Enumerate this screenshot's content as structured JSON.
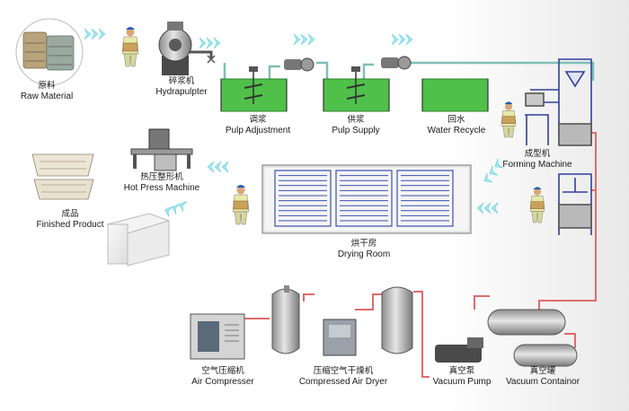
{
  "labels": {
    "raw_material": {
      "cn": "原料",
      "en": "Raw Material"
    },
    "hydrapulpter": {
      "cn": "碎浆机",
      "en": "Hydrapulpter"
    },
    "pulp_adjustment": {
      "cn": "调浆",
      "en": "Pulp Adjustment"
    },
    "pulp_supply": {
      "cn": "供浆",
      "en": "Pulp  Supply"
    },
    "water_recycle": {
      "cn": "回水",
      "en": "Water Recycle"
    },
    "forming_machine": {
      "cn": "成型机",
      "en": "Forming  Machine"
    },
    "hot_press": {
      "cn": "热压整形机",
      "en": "Hot Press Machine"
    },
    "finished_product": {
      "cn": "成品",
      "en": "Finished Product"
    },
    "drying_room": {
      "cn": "烘干房",
      "en": "Drying  Room"
    },
    "air_compressor": {
      "cn": "空气压缩机",
      "en": "Air  Compresser"
    },
    "air_dryer": {
      "cn": "压缩空气干燥机",
      "en": "Compressed  Air  Dryer"
    },
    "vacuum_pump": {
      "cn": "真空泵",
      "en": "Vacuum Pump"
    },
    "vacuum_container": {
      "cn": "真空罐",
      "en": "Vacuum  Containor"
    }
  },
  "colors": {
    "pulp_water": "#4fc14a",
    "water_pipe": "#7fbfb6",
    "air_pipe": "#e06b6b",
    "flow_arrow": "#8fe0ec",
    "machine_frame": "#2f3f9e",
    "drying_rack": "#3a4fb0"
  },
  "icons": [
    "flow-arrow-icon",
    "worker-icon",
    "tank-agitator-icon",
    "pump-icon",
    "tank-icon"
  ]
}
